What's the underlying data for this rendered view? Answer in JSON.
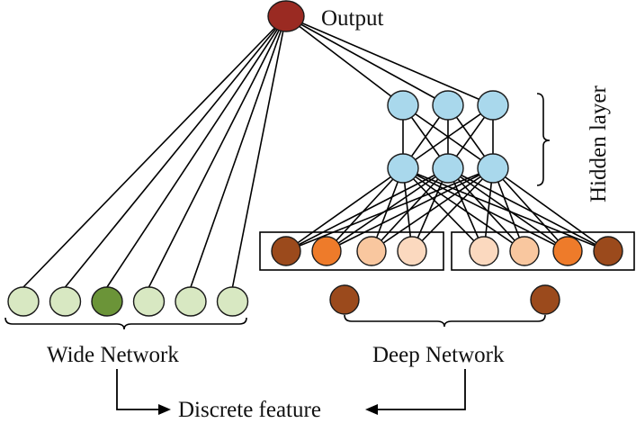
{
  "labels": {
    "output": "Output",
    "hidden_layer": "Hidden layer",
    "wide_network": "Wide Network",
    "deep_network": "Deep Network",
    "discrete_feature": "Discrete feature"
  },
  "colors": {
    "output_node": "#9a2a22",
    "hidden_node": "#a9d8ec",
    "wide_light": "#d8e8c2",
    "wide_dark": "#6b9438",
    "embed_dark": "#9b4a1c",
    "embed_orange": "#ee7b2a",
    "embed_peach": "#f9c79f",
    "embed_pale": "#fbd9bf",
    "sparse_node": "#9b4a1c"
  },
  "wide_inputs": [
    "light",
    "light",
    "dark",
    "light",
    "light",
    "light"
  ],
  "hidden_layers": [
    {
      "units": 3
    },
    {
      "units": 3
    }
  ],
  "embedding_groups": [
    [
      "embed_dark",
      "embed_orange",
      "embed_peach",
      "embed_pale"
    ],
    [
      "embed_pale",
      "embed_peach",
      "embed_orange",
      "embed_dark"
    ]
  ],
  "sparse_inputs": 2
}
